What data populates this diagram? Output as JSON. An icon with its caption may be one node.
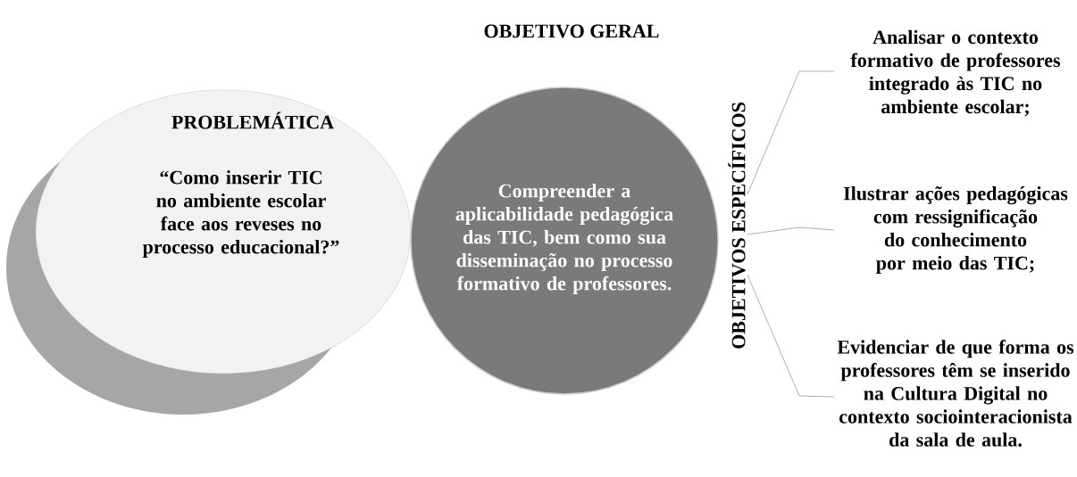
{
  "diagram": {
    "nodes": [
      {
        "text": [
          "PROBLEMÁTICA",
          "“Como inserir TIC no ambiente escolar face aos reveses no processo educacional?”"
        ]
      },
      {
        "text": [
          "OBJETIVO GERAL",
          "Compreender a aplicabilidade pedagógica das TIC, bem como sua disseminação no processo formativo de professores."
        ]
      },
      {
        "text": [
          "OBJETIVOS ESPECÍFICOS"
        ]
      },
      {
        "text": [
          "Analisar o contexto formativo de professores integrado às TIC no ambiente escolar;"
        ]
      },
      {
        "text": [
          "Ilustrar ações pedagógicas com ressignificação do conhecimento por meio das TIC;"
        ]
      },
      {
        "text": [
          "Evidenciar de que forma os professores têm se inserido na Cultura Digital no contexto sociointeracionista da sala de aula."
        ]
      }
    ],
    "edges": [
      {
        "from": 2,
        "to": 3,
        "arrow": "none"
      },
      {
        "from": 2,
        "to": 4,
        "arrow": "none"
      },
      {
        "from": 2,
        "to": 5,
        "arrow": "none"
      }
    ]
  }
}
